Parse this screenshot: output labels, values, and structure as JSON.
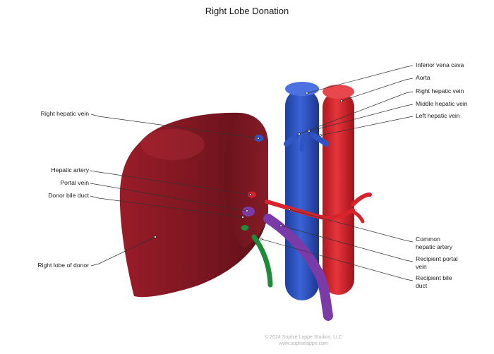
{
  "title": "Right Lobe Donation",
  "colors": {
    "liver": "#7a1620",
    "vena_cava": "#2f55c4",
    "aorta": "#d8232c",
    "portal_vein": "#7a3aa8",
    "bile_duct": "#1f8a3a",
    "leader_line": "#333333"
  },
  "labels_left": {
    "right_hepatic_vein": "Right hepatic vein",
    "hepatic_artery": "Hepatic artery",
    "portal_vein": "Portal vein",
    "donor_bile_duct": "Donor bile duct",
    "right_lobe_of_donor": "Right lobe of donor"
  },
  "labels_right": {
    "inferior_vena_cava": "Inferior vena cava",
    "aorta": "Aorta",
    "right_hepatic_vein": "Right hepatic vein",
    "middle_hepatic_vein": "Middle hepatic vein",
    "left_hepatic_vein": "Left hepatic vein",
    "common_hepatic_artery": "Common\nhepatic artery",
    "recipient_portal_vein": "Recipient portal\nvein",
    "recipient_bile_duct": "Recipient bile\nduct"
  },
  "credit": {
    "line1": "© 2024 Sophie Lappe Studios, LLC",
    "line2": "www.sophielappe.com"
  }
}
